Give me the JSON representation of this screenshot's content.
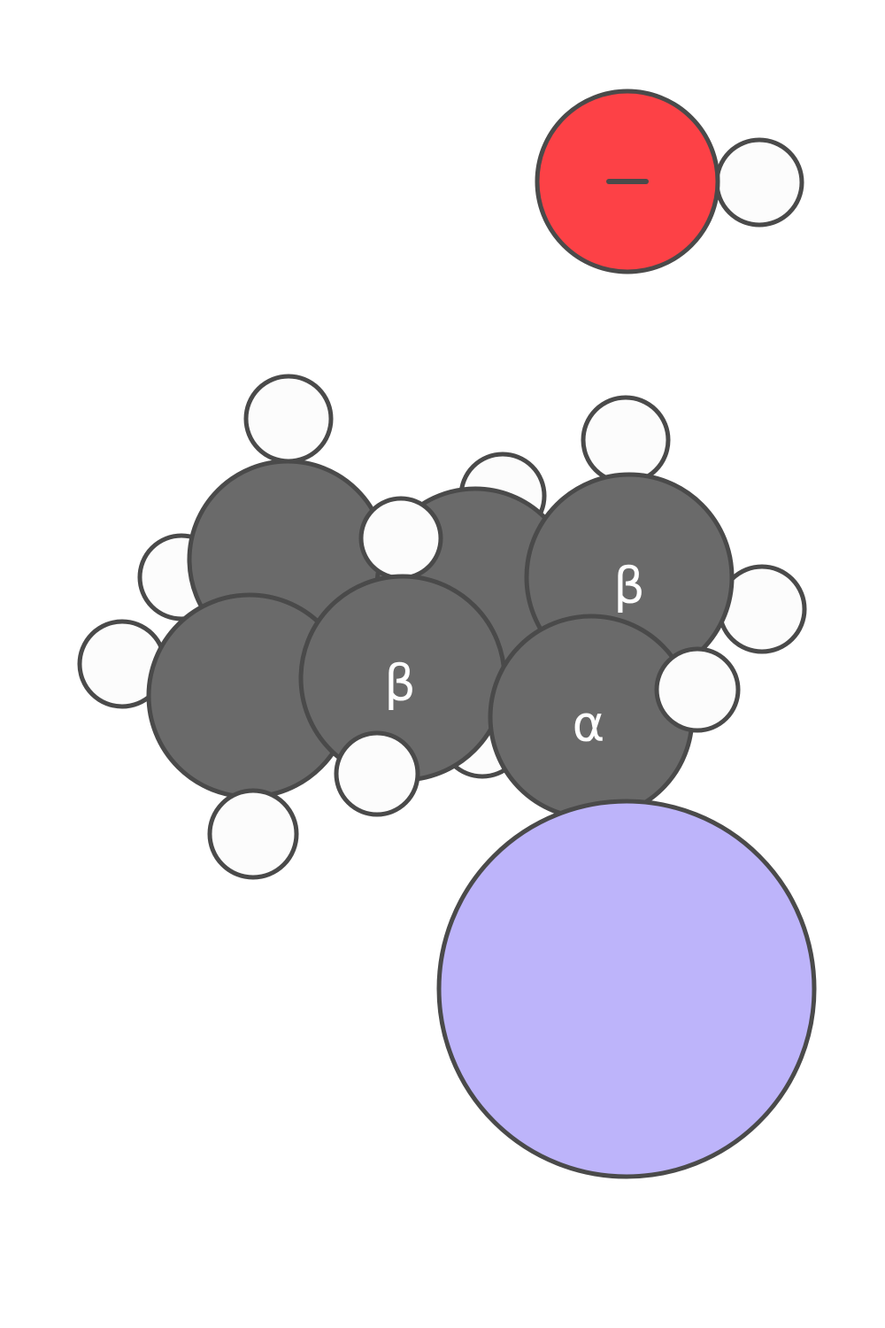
{
  "colors": {
    "carbon": "#6a6a6a",
    "hydrogen": "#fcfcfc",
    "oxygen": "#fd4146",
    "metal": "#bdb4fa",
    "outline": "#4a4a4a",
    "label_text": "#ffffff"
  },
  "labels": {
    "beta_top_right": "β",
    "beta_center": "β",
    "alpha": "α"
  },
  "hydroxide": {
    "charge": "negative"
  }
}
